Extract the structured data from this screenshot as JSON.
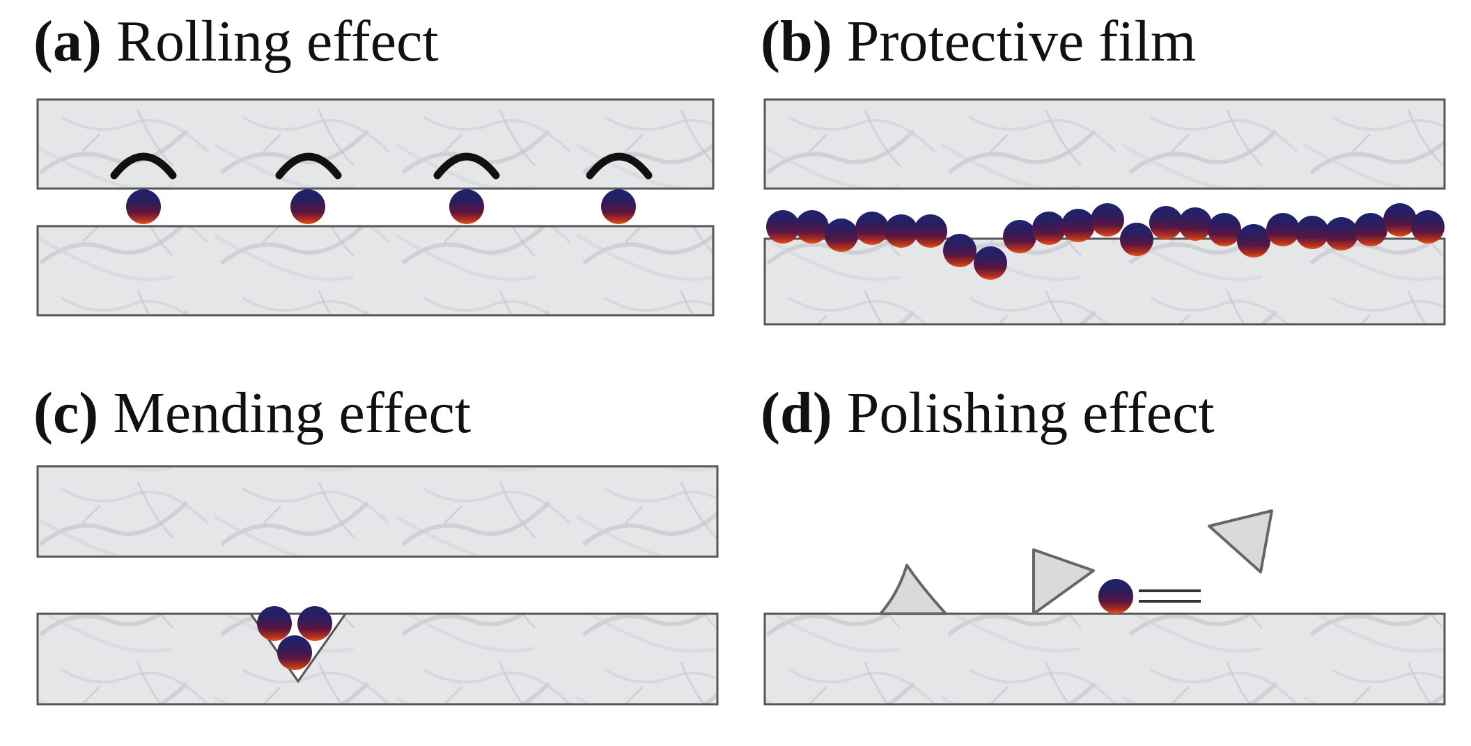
{
  "figure": {
    "panels": [
      {
        "id": "a",
        "tag": "(a)",
        "title": "Rolling effect"
      },
      {
        "id": "b",
        "tag": "(b)",
        "title": "Protective film"
      },
      {
        "id": "c",
        "tag": "(c)",
        "title": "Mending effect"
      },
      {
        "id": "d",
        "tag": "(d)",
        "title": "Polishing effect"
      }
    ]
  },
  "colors": {
    "plate_fill": "#e4e6e8",
    "plate_stroke": "#555555",
    "particle_top": "#1c2370",
    "particle_mid": "#5a1640",
    "particle_bottom": "#e0581a",
    "arrow": "#111111",
    "debris_fill": "#dadada",
    "debris_stroke": "#666666"
  },
  "icons": {
    "particle": "nanoparticle-sphere",
    "rolling_arrow": "curved-arrow-icon",
    "debris": "triangular-wear-debris"
  }
}
